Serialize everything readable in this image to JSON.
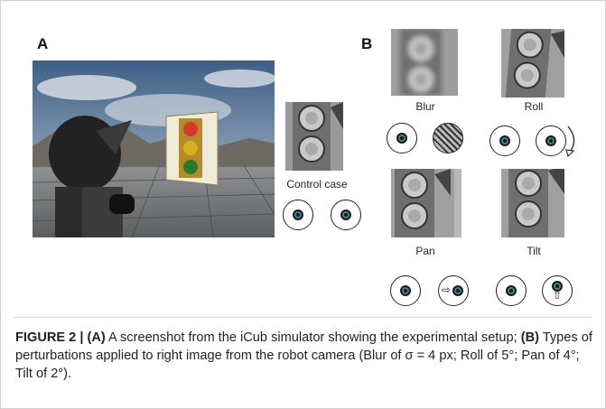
{
  "panels": {
    "a": "A",
    "b": "B"
  },
  "labels": {
    "control_case": "Control case",
    "blur": "Blur",
    "roll": "Roll",
    "pan": "Pan",
    "tilt": "Tilt"
  },
  "caption": {
    "figure_label": "FIGURE 2 | ",
    "a_tag": "(A)",
    "a_text": " A screenshot from the iCub simulator showing the experimental setup; ",
    "b_tag": "(B)",
    "b_text": " Types of perturbations applied to right image from the robot camera (Blur of σ = 4 px; Roll of 5°; Pan of 4°; Tilt of 2°)."
  },
  "colors": {
    "iris": "#4a7d86",
    "traffic_red": "#d33a2a",
    "traffic_yellow": "#d8b21e",
    "traffic_green": "#2a7a2a"
  }
}
